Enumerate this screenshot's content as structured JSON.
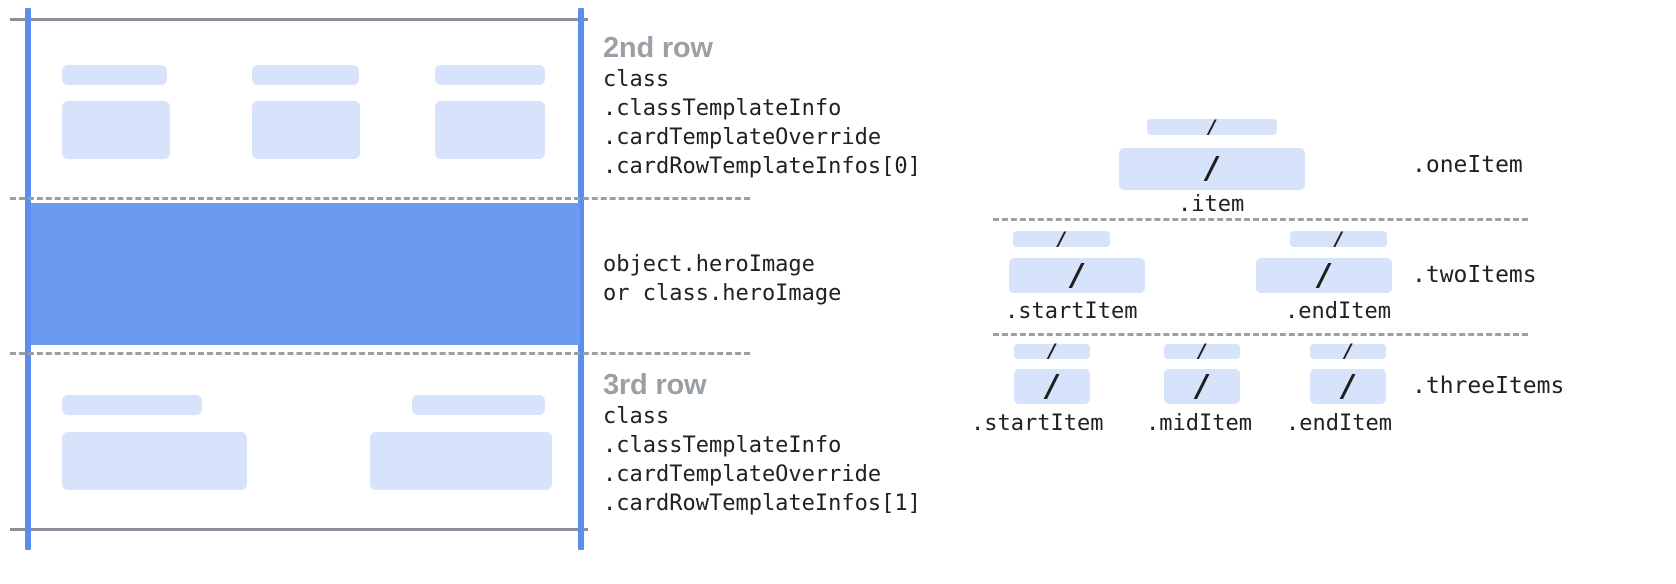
{
  "left_panel": {
    "name": "card-template-preview",
    "guides": {
      "color": "#5b8def",
      "rule_color": "#8a8f98",
      "dash_color": "#9aa0a6"
    },
    "sections": [
      {
        "id": "second-row",
        "title": "2nd row",
        "code_lines": [
          "class",
          ".classTemplateInfo",
          ".cardTemplateOverride",
          ".cardRowTemplateInfos[0]"
        ],
        "columns": 3
      },
      {
        "id": "hero-image",
        "title": "",
        "code_lines": [
          "object.heroImage",
          "or class.heroImage"
        ],
        "fill_color": "#6b9aef"
      },
      {
        "id": "third-row",
        "title": "3rd row",
        "code_lines": [
          "class",
          ".classTemplateInfo",
          ".cardTemplateOverride",
          ".cardRowTemplateInfos[1]"
        ],
        "columns": 2
      }
    ],
    "placeholder_color": "#d7e3fb"
  },
  "right_panel": {
    "name": "row-item-layouts",
    "glyph": "/",
    "groups": [
      {
        "id": "one-item",
        "label": ".oneItem",
        "captions": [
          ".item"
        ],
        "slots": 1
      },
      {
        "id": "two-items",
        "label": ".twoItems",
        "captions": [
          ".startItem",
          ".endItem"
        ],
        "slots": 2
      },
      {
        "id": "three-items",
        "label": ".threeItems",
        "captions": [
          ".startItem",
          ".midItem",
          ".endItem"
        ],
        "slots": 3
      }
    ]
  }
}
